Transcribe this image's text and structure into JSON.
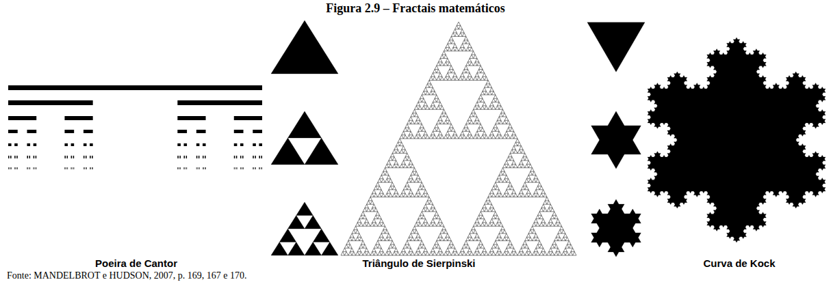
{
  "diagram": {
    "title": "Figura 2.9 – Fractais matemáticos",
    "caption": "Fonte: MANDELBROT e HUDSON, 2007, p. 169, 167 e 170.",
    "labels": [
      "Poeira de Cantor",
      "Triângulo de Sierpinski",
      "Curva de Kock"
    ]
  }
}
